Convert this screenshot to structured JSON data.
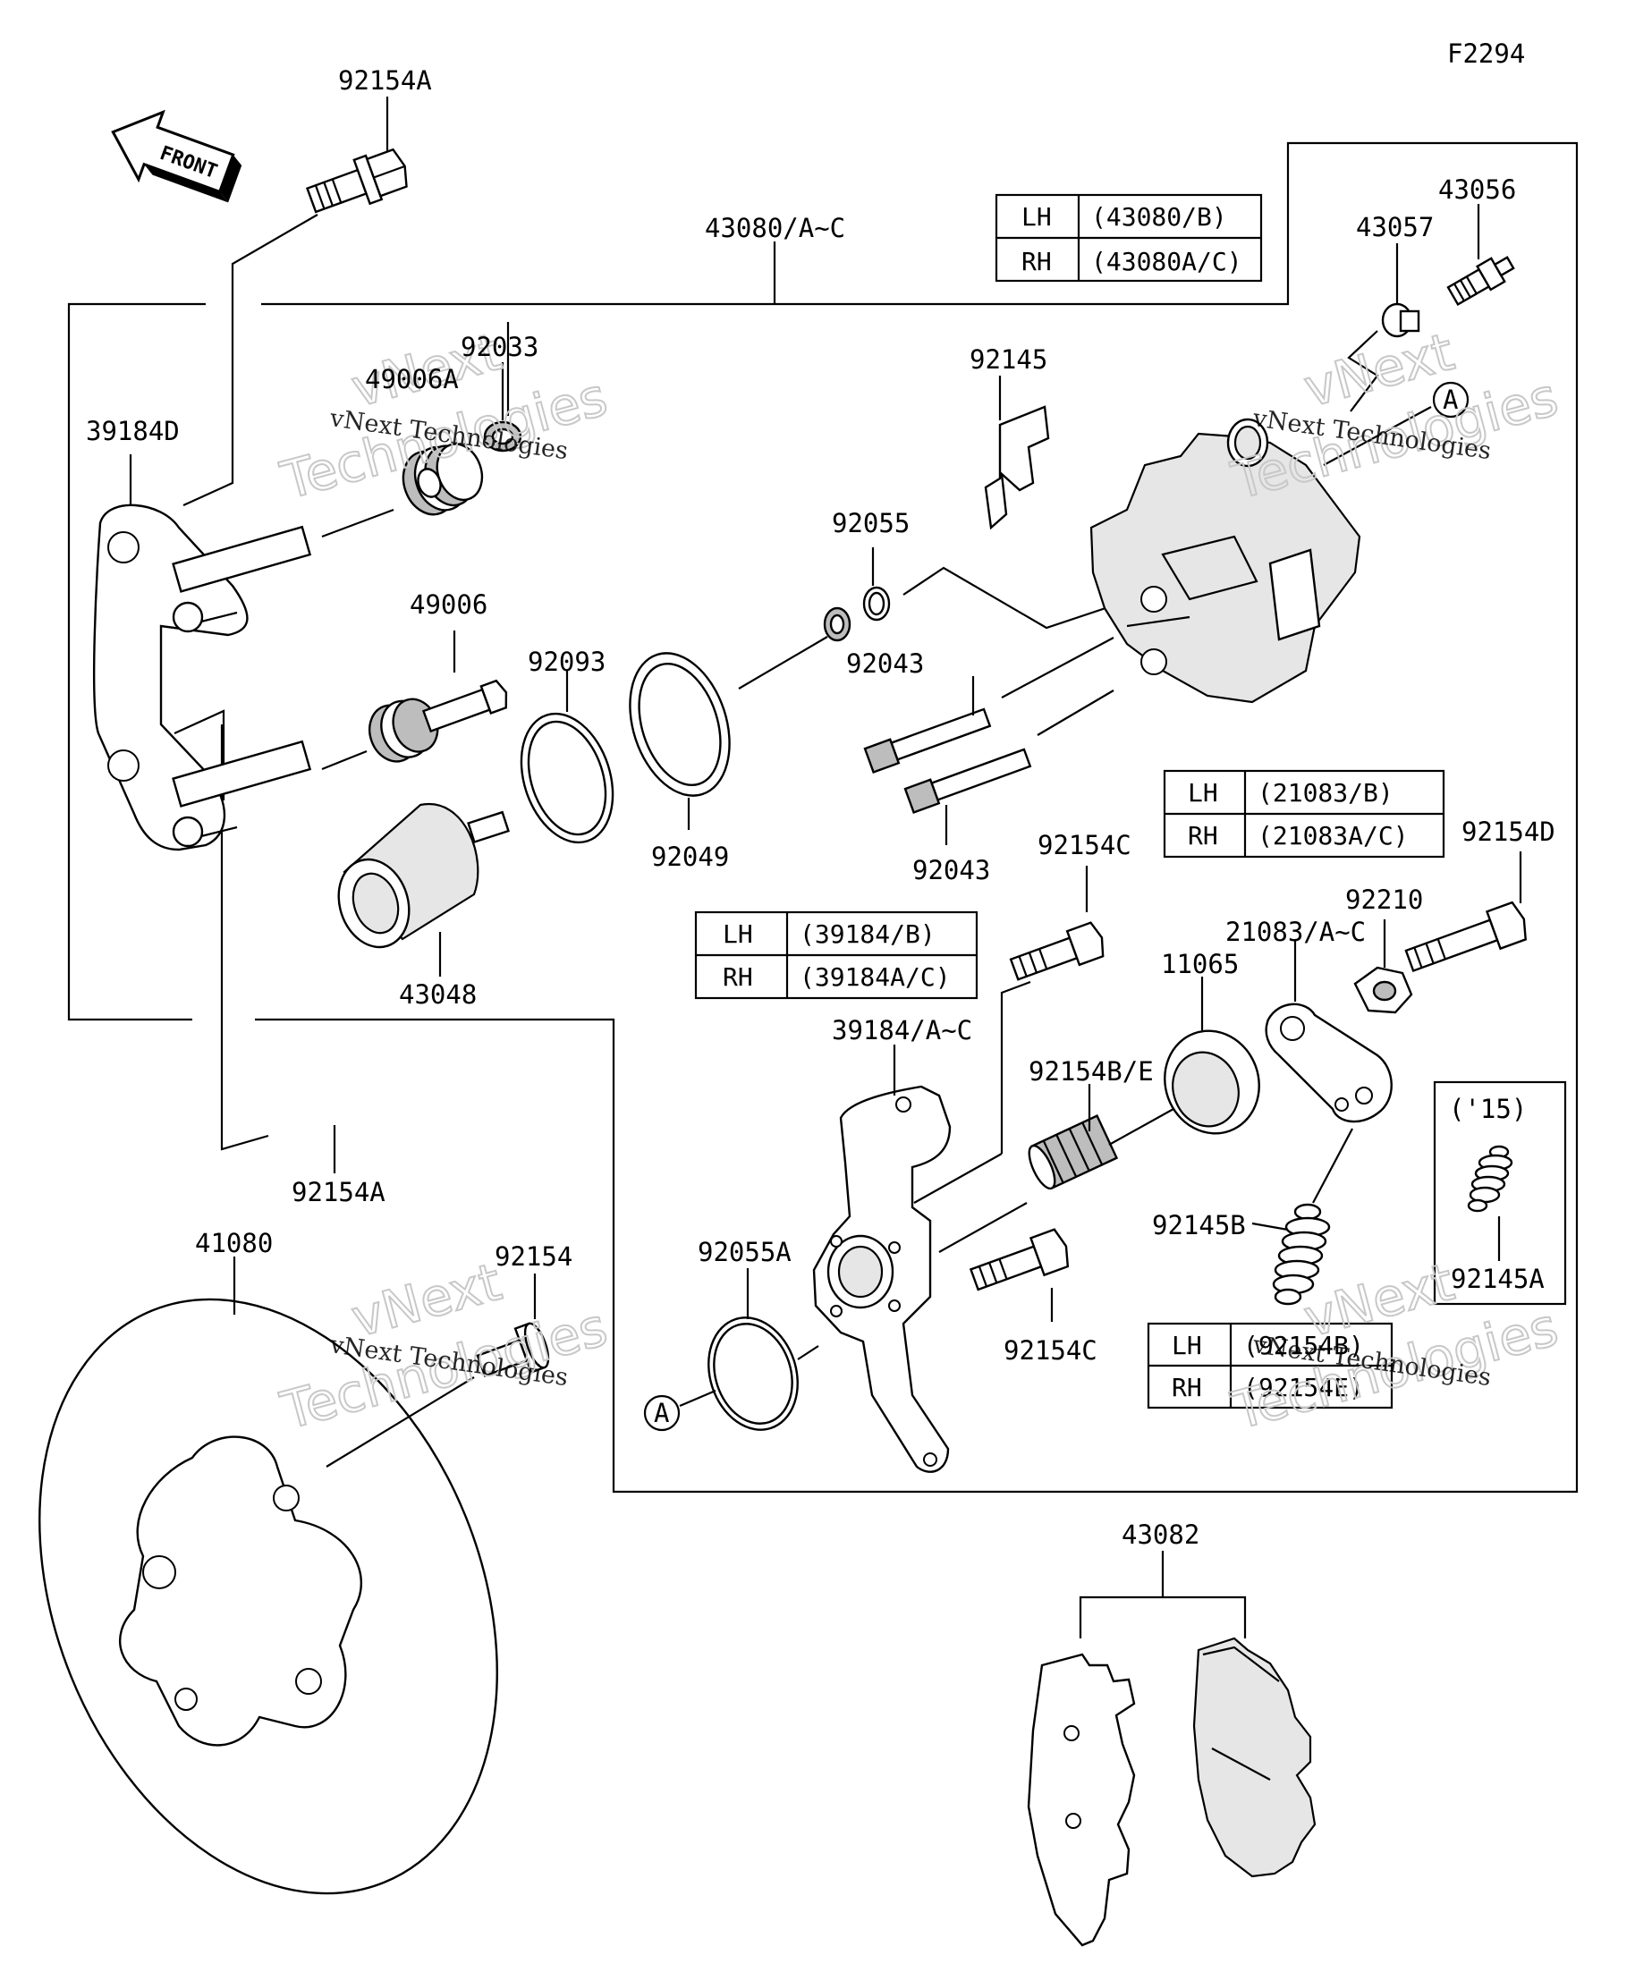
{
  "figure_code": "F2294",
  "front_label": "FRONT",
  "ref_marker": "A",
  "watermark": {
    "top": "vNext",
    "bottom": "Technologies",
    "line": "vNext Technologies"
  },
  "labels": {
    "p92154A_top": "92154A",
    "p43080": "43080/A~C",
    "p43056": "43056",
    "p43057": "43057",
    "p92033": "92033",
    "p49006A": "49006A",
    "p39184D": "39184D",
    "p92145": "92145",
    "p92055": "92055",
    "p49006": "49006",
    "p92093": "92093",
    "p92043_top": "92043",
    "p92049": "92049",
    "p92043_bot": "92043",
    "p92154C_top": "92154C",
    "p92154D": "92154D",
    "p92210": "92210",
    "p21083": "21083/A~C",
    "p11065": "11065",
    "p43048": "43048",
    "p39184": "39184/A~C",
    "p92154BE": "92154B/E",
    "p15": "('15)",
    "p92154A_mid": "92154A",
    "p92145B": "92145B",
    "p92055A": "92055A",
    "p92145A": "92145A",
    "p41080": "41080",
    "p92154": "92154",
    "p92154C_bot": "92154C",
    "p43082": "43082"
  },
  "tables": {
    "caliper": {
      "LH": "(43080/B)",
      "RH": "(43080A/C)"
    },
    "lever": {
      "LH": "(21083/B)",
      "RH": "(21083A/C)"
    },
    "bracket": {
      "LH": "(39184/B)",
      "RH": "(39184A/C)"
    },
    "bolt": {
      "LH": "(92154B)",
      "RH": "(92154E)"
    }
  },
  "row_labels": {
    "lh": "LH",
    "rh": "RH"
  }
}
